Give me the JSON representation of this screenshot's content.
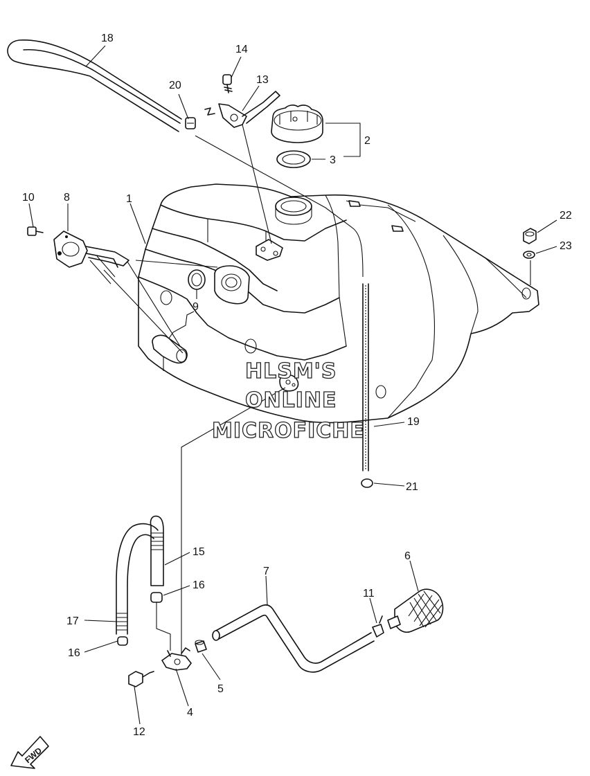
{
  "diagram": {
    "callouts": [
      {
        "id": "c1",
        "num": "1"
      },
      {
        "id": "c2",
        "num": "2"
      },
      {
        "id": "c3",
        "num": "3"
      },
      {
        "id": "c4",
        "num": "4"
      },
      {
        "id": "c5",
        "num": "5"
      },
      {
        "id": "c6",
        "num": "6"
      },
      {
        "id": "c7",
        "num": "7"
      },
      {
        "id": "c8",
        "num": "8"
      },
      {
        "id": "c9",
        "num": "9"
      },
      {
        "id": "c10",
        "num": "10"
      },
      {
        "id": "c11",
        "num": "11"
      },
      {
        "id": "c12",
        "num": "12"
      },
      {
        "id": "c13",
        "num": "13"
      },
      {
        "id": "c14",
        "num": "14"
      },
      {
        "id": "c15",
        "num": "15"
      },
      {
        "id": "c16a",
        "num": "16"
      },
      {
        "id": "c16b",
        "num": "16"
      },
      {
        "id": "c17",
        "num": "17"
      },
      {
        "id": "c18",
        "num": "18"
      },
      {
        "id": "c19",
        "num": "19"
      },
      {
        "id": "c20",
        "num": "20"
      },
      {
        "id": "c21",
        "num": "21"
      },
      {
        "id": "c22",
        "num": "22"
      },
      {
        "id": "c23",
        "num": "23"
      }
    ],
    "watermark": {
      "line1": "HLSM'S",
      "line2": "ONLINE",
      "line3": "MICROFICHE"
    },
    "fwd_label": "FWD"
  }
}
